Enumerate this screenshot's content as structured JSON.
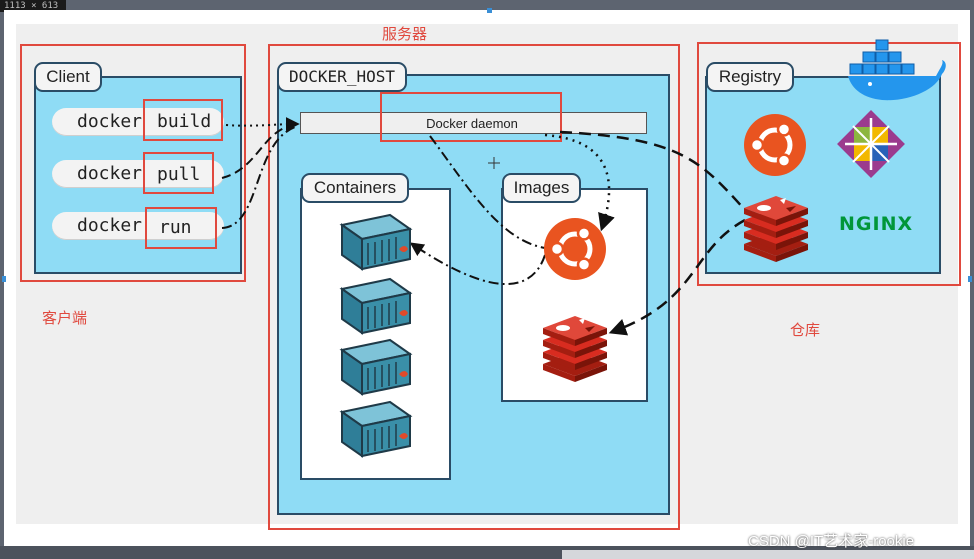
{
  "size_badge": "1113 × 613",
  "labels": {
    "server": "服务器",
    "client_cn": "客户端",
    "registry_cn": "仓库"
  },
  "client": {
    "title": "Client",
    "commands": [
      {
        "base": "docker",
        "sub": "build"
      },
      {
        "base": "docker",
        "sub": "pull"
      },
      {
        "base": "docker",
        "sub": "run"
      }
    ]
  },
  "host": {
    "title": "DOCKER_HOST",
    "daemon": "Docker daemon",
    "containers_title": "Containers",
    "images_title": "Images"
  },
  "registry": {
    "title": "Registry",
    "nginx_text": "NGINX"
  },
  "watermark": "CSDN @IT艺术家-rookie",
  "colors": {
    "panel": "#8fdcf5",
    "outline": "#2a4c66",
    "annotation_red": "#e0493e",
    "ubuntu": "#e95420",
    "redis": "#d82c20",
    "nginx": "#009639",
    "container": "#3a8fa8"
  }
}
